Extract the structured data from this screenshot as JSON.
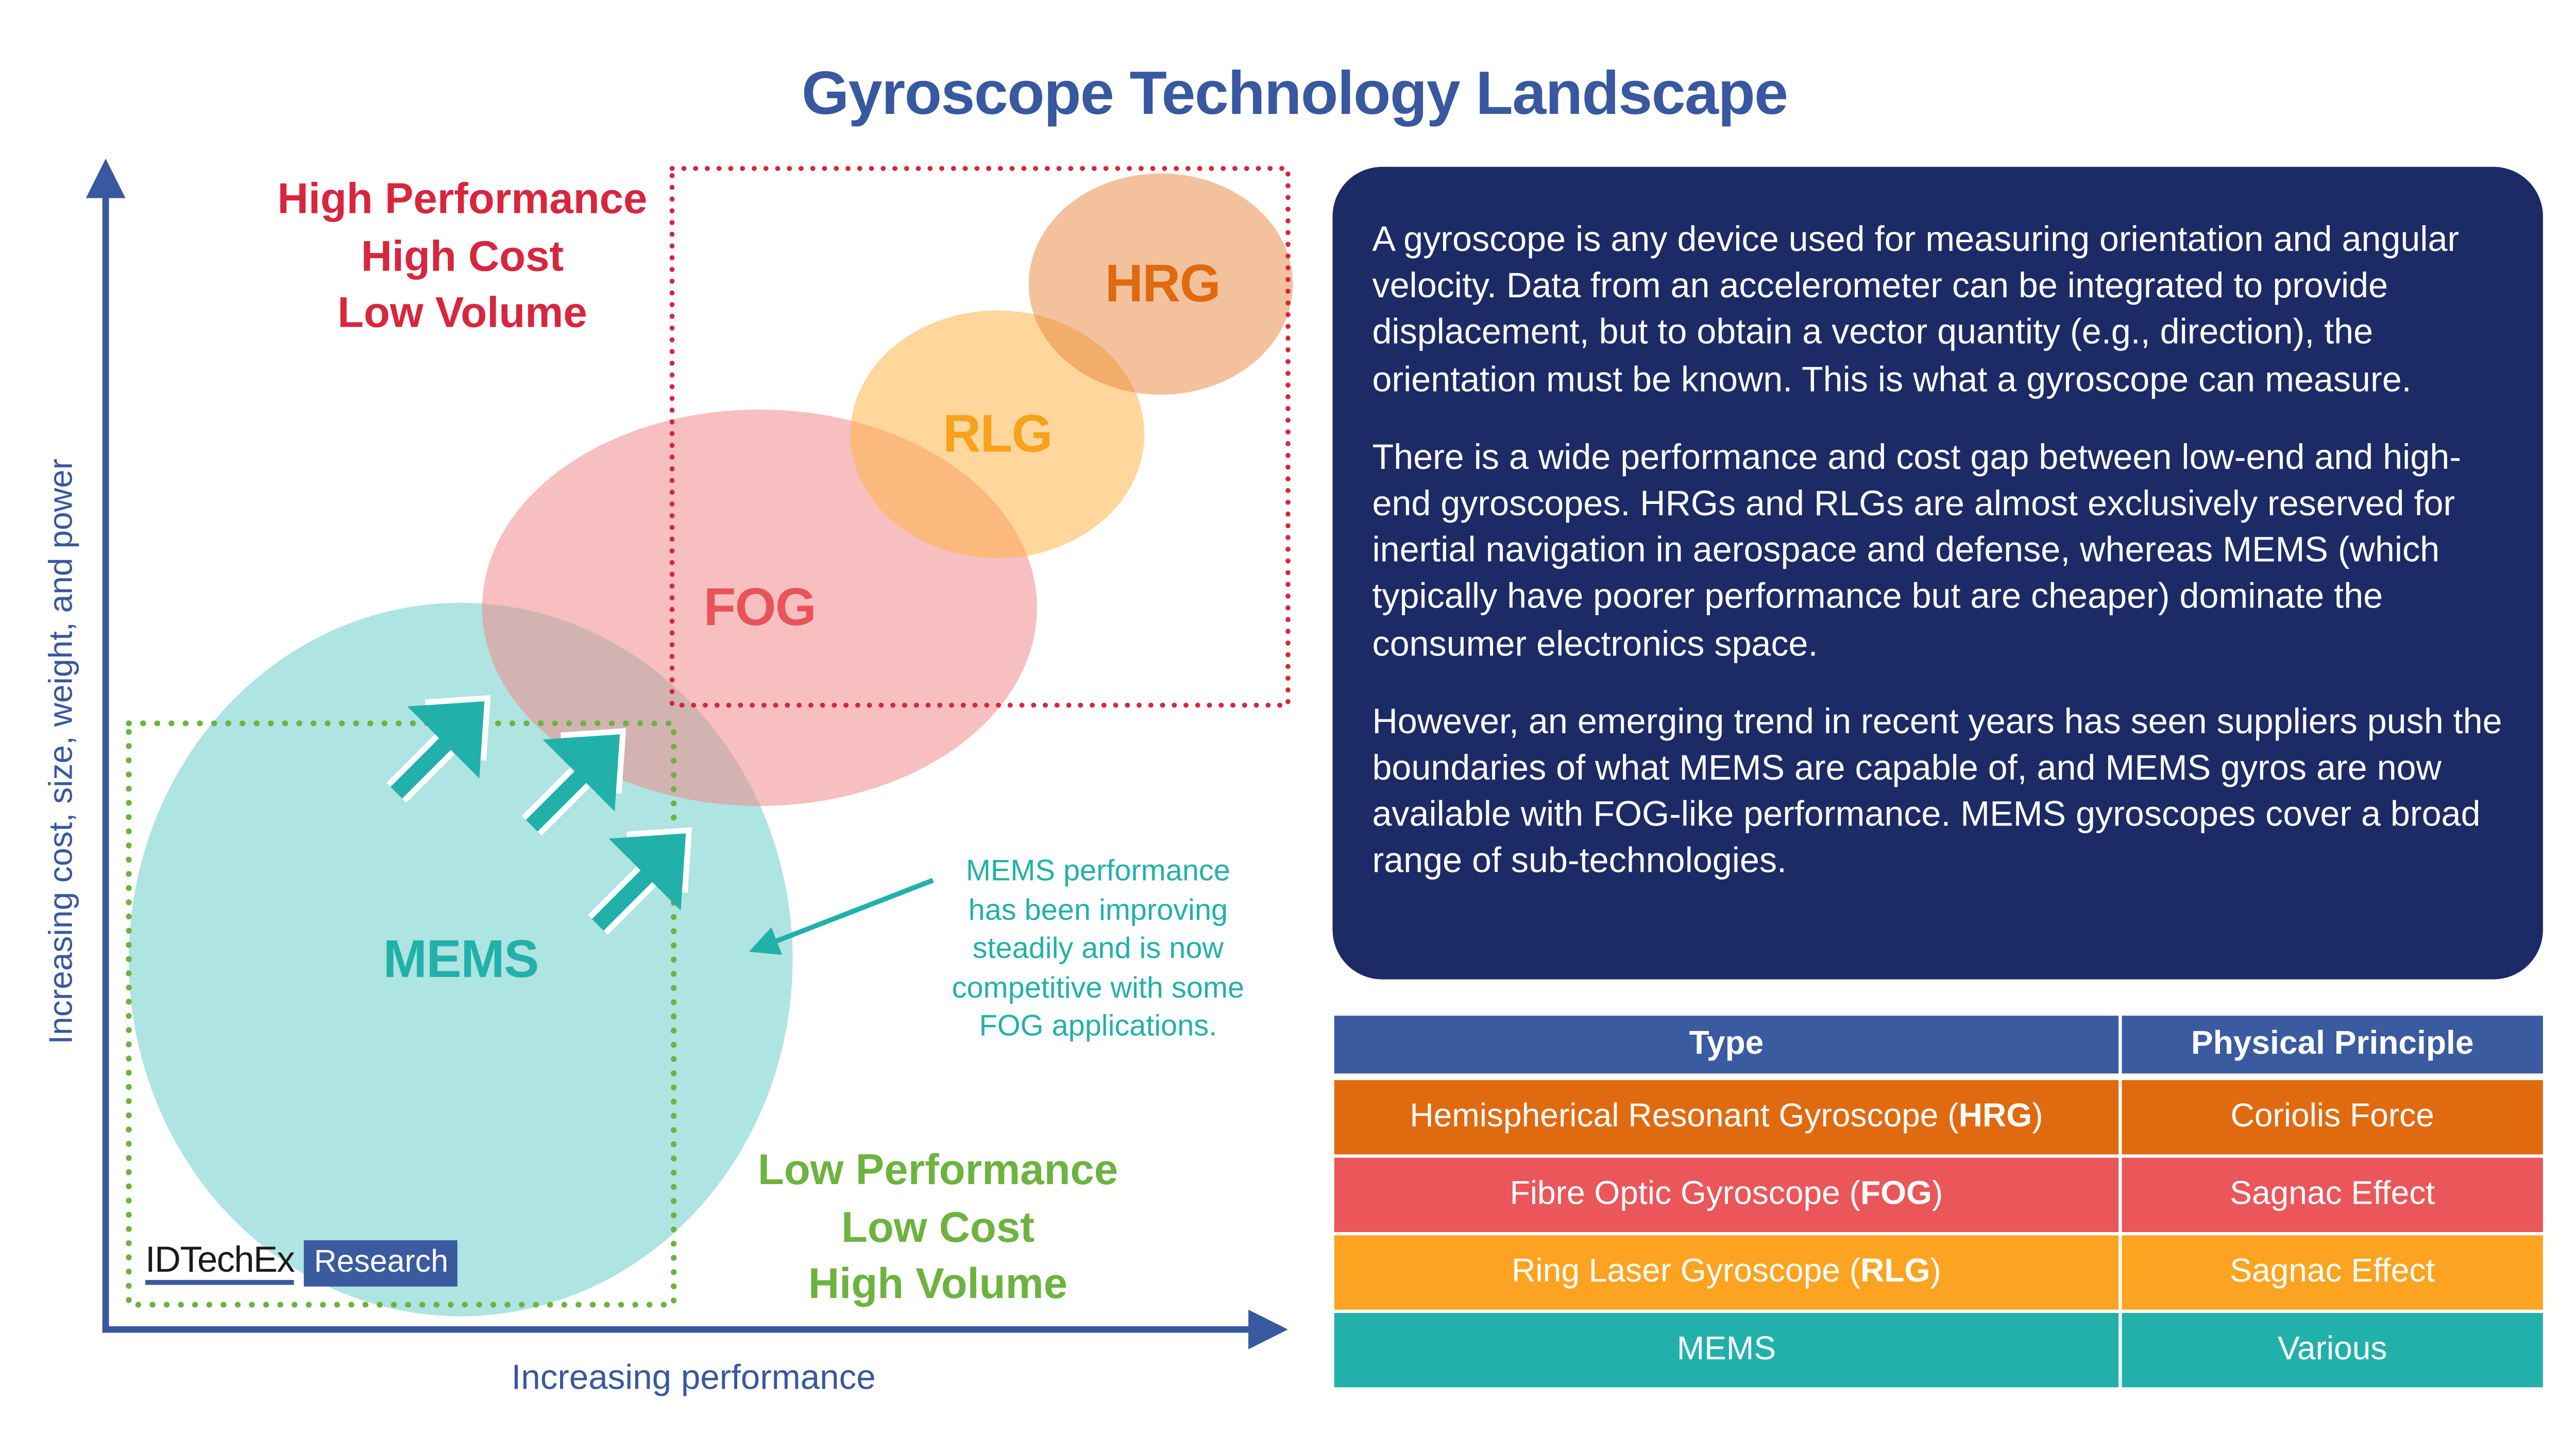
{
  "title": "Gyroscope Technology Landscape",
  "axes": {
    "y_label": "Increasing cost, size, weight, and power",
    "x_label": "Increasing performance"
  },
  "zones": {
    "high": [
      "High Performance",
      "High Cost",
      "Low Volume"
    ],
    "low": [
      "Low Performance",
      "Low Cost",
      "High Volume"
    ]
  },
  "technologies": {
    "hrg": "HRG",
    "rlg": "RLG",
    "fog": "FOG",
    "mems": "MEMS"
  },
  "annotation": [
    "MEMS performance",
    "has been improving",
    "steadily and is now",
    "competitive with some",
    "FOG applications."
  ],
  "logo": {
    "name": "IDTechEx",
    "tag": "Research"
  },
  "panel": {
    "paragraphs": [
      "A gyroscope is any device used for measuring orientation and angular velocity. Data from an accelerometer can be integrated to provide displacement, but to obtain a vector quantity (e.g., direction), the orientation must be known. This is what a gyroscope can measure.",
      "There is a wide performance and cost gap between low-end and high-end gyroscopes. HRGs and RLGs are almost exclusively reserved for inertial navigation in aerospace and defense, whereas MEMS (which typically have poorer performance but are cheaper) dominate the consumer electronics space.",
      "However, an emerging trend in recent years has seen suppliers push the boundaries of what MEMS are capable of, and MEMS gyros are now available with FOG-like performance. MEMS gyroscopes cover a broad range of sub-technologies."
    ]
  },
  "table": {
    "headers": [
      "Type",
      "Physical Principle"
    ],
    "rows": [
      {
        "type": "Hemispherical Resonant Gyroscope (",
        "abbr": "HRG",
        "close": ")",
        "principle": "Coriolis Force",
        "color": "#e06a10"
      },
      {
        "type": "Fibre Optic Gyroscope (",
        "abbr": "FOG",
        "close": ")",
        "principle": "Sagnac Effect",
        "color": "#ea5659"
      },
      {
        "type": "Ring Laser Gyroscope (",
        "abbr": "RLG",
        "close": ")",
        "principle": "Sagnac Effect",
        "color": "#fca421"
      },
      {
        "type": "MEMS",
        "abbr": "",
        "close": "",
        "principle": "Various",
        "color": "#21b1aa"
      }
    ]
  },
  "colors": {
    "axis": "#38589f",
    "high": "#d7263d",
    "low": "#6db33f",
    "mems": "#21b1aa",
    "panel": "#1c2a66"
  }
}
